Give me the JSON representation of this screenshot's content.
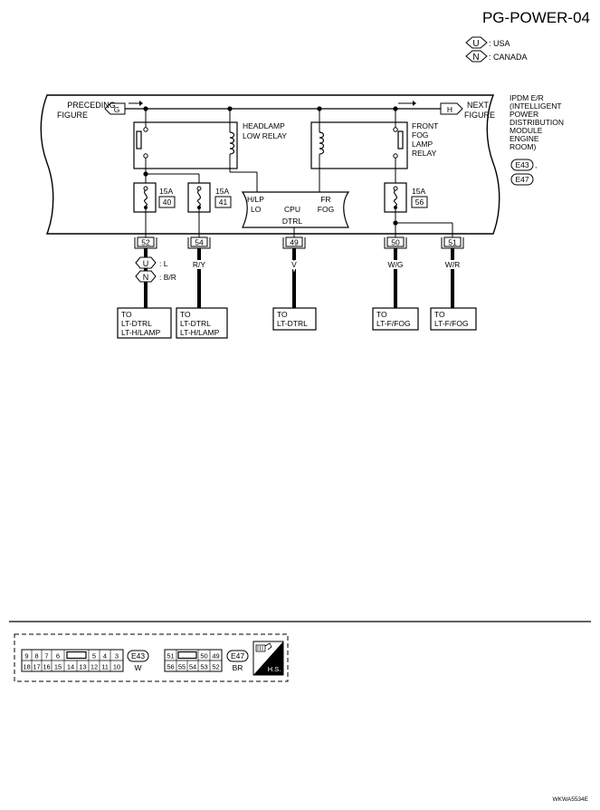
{
  "header": {
    "page_code": "PG-POWER-04",
    "legend": [
      {
        "symbol": "U",
        "label": ": USA"
      },
      {
        "symbol": "N",
        "label": ": CANADA"
      }
    ]
  },
  "module": {
    "name_lines": [
      "IPDM E/R",
      "(INTELLIGENT",
      "POWER",
      "DISTRIBUTION",
      "MODULE",
      "ENGINE",
      "ROOM)"
    ],
    "connectors": [
      "E43",
      "E47"
    ],
    "preceding_label": [
      "PRECEDING",
      "FIGURE"
    ],
    "next_label": [
      "NEXT",
      "FIGURE"
    ],
    "preceding_symbol": "G",
    "next_symbol": "H"
  },
  "relays": {
    "headlamp": [
      "HEADLAMP",
      "LOW RELAY"
    ],
    "fog": [
      "FRONT",
      "FOG",
      "LAMP",
      "RELAY"
    ]
  },
  "fuses": [
    {
      "rating": "15A",
      "number": "40"
    },
    {
      "rating": "15A",
      "number": "41"
    },
    {
      "rating": "15A",
      "number": "56"
    }
  ],
  "cpu": {
    "left": [
      "H/LP",
      "LO"
    ],
    "center": "CPU",
    "right": [
      "FR",
      "FOG"
    ],
    "bottom": "DTRL"
  },
  "terminals": [
    "52",
    "54",
    "49",
    "50",
    "51"
  ],
  "wires": {
    "t52_options": [
      {
        "symbol": "U",
        "color": ": L"
      },
      {
        "symbol": "N",
        "color": ": B/R"
      }
    ],
    "t54": "R/Y",
    "t49": "V",
    "t50": "W/G",
    "t51": "W/R"
  },
  "destinations": [
    [
      "TO",
      "LT-DTRL",
      "LT-H/LAMP"
    ],
    [
      "TO",
      "LT-DTRL",
      "LT-H/LAMP"
    ],
    [
      "TO",
      "LT-DTRL"
    ],
    [
      "TO",
      "LT-F/FOG"
    ],
    [
      "TO",
      "LT-F/FOG"
    ]
  ],
  "connector_views": {
    "e43": {
      "code": "E43",
      "color": "W",
      "top_row": [
        "9",
        "8",
        "7",
        "6",
        "",
        "5",
        "4",
        "3"
      ],
      "bottom_row": [
        "18",
        "17",
        "16",
        "15",
        "14",
        "13",
        "12",
        "11",
        "10"
      ]
    },
    "e47": {
      "code": "E47",
      "color": "BR",
      "top_row": [
        "51",
        "",
        "50",
        "49"
      ],
      "bottom_row": [
        "56",
        "55",
        "54",
        "53",
        "52"
      ]
    },
    "hs_label": "H.S."
  },
  "footer": {
    "figure_code": "WKWA5534E"
  }
}
